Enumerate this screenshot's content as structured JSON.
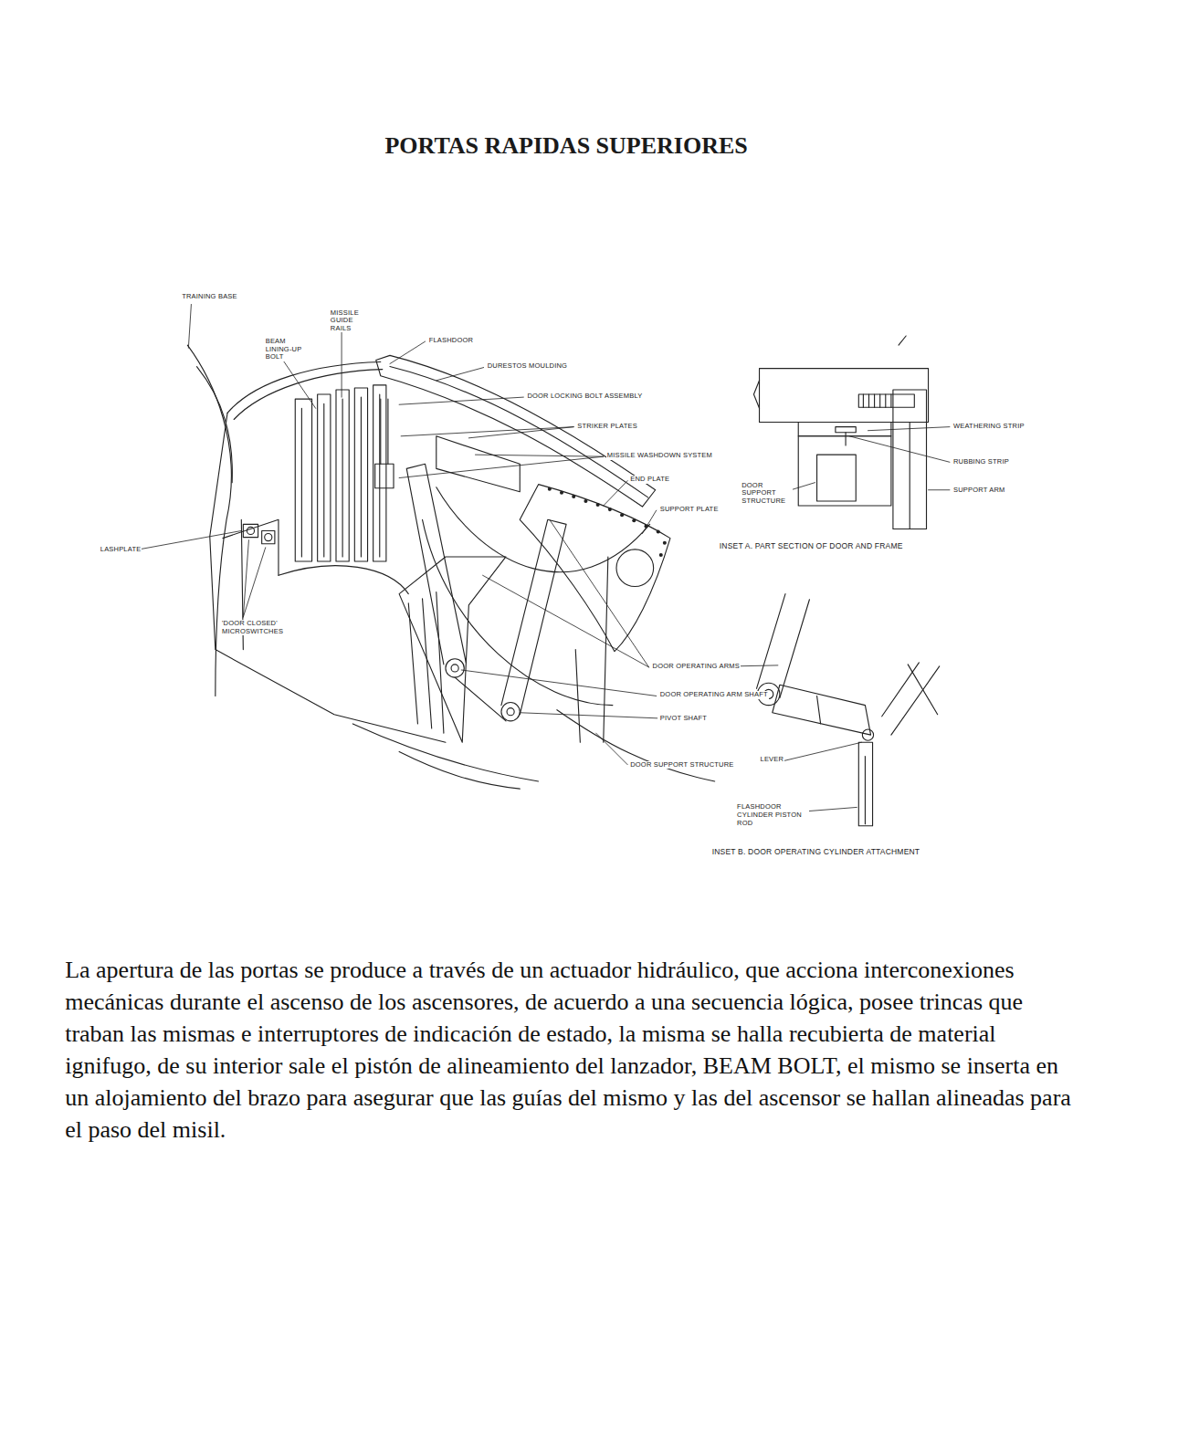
{
  "diagram": {
    "title": "PORTAS RAPIDAS SUPERIORES",
    "labels": [
      "TRAINING BASE",
      "MISSILE GUIDE RAILS",
      "BEAM LINING-UP BOLT",
      "FLASHDOOR",
      "DURESTOS MOULDING",
      "DOOR LOCKING BOLT ASSEMBLY",
      "STRIKER PLATES",
      "MISSILE WASHDOWN SYSTEM",
      "END PLATE",
      "SUPPORT PLATE",
      "LASHPLATE",
      "'DOOR CLOSED' MICROSWITCHES",
      "DOOR OPERATING ARMS",
      "DOOR OPERATING ARM SHAFT",
      "PIVOT SHAFT",
      "DOOR SUPPORT STRUCTURE",
      "WEATHERING STRIP",
      "RUBBING STRIP",
      "DOOR SUPPORT STRUCTURE",
      "SUPPORT ARM",
      "INSET A. PART SECTION OF DOOR AND FRAME",
      "LEVER",
      "FLASHDOOR CYLINDER PISTON ROD",
      "INSET B. DOOR OPERATING CYLINDER ATTACHMENT",
      "La apertura de las portas se produce a través de un actuador hidráulico, que acciona interconexiones mecánicas durante el ascenso de los ascensores, de acuerdo a una secuencia lógica, posee trincas que traban las mismas e interruptores de indicación de estado, la misma se halla recubierta de material ignifugo, de su interior sale el pistón de alineamiento del lanzador, BEAM BOLT, el mismo se inserta en un alojamiento del brazo para asegurar que las guías del mismo y las del ascensor se hallan alineadas para el paso del misil."
    ]
  }
}
